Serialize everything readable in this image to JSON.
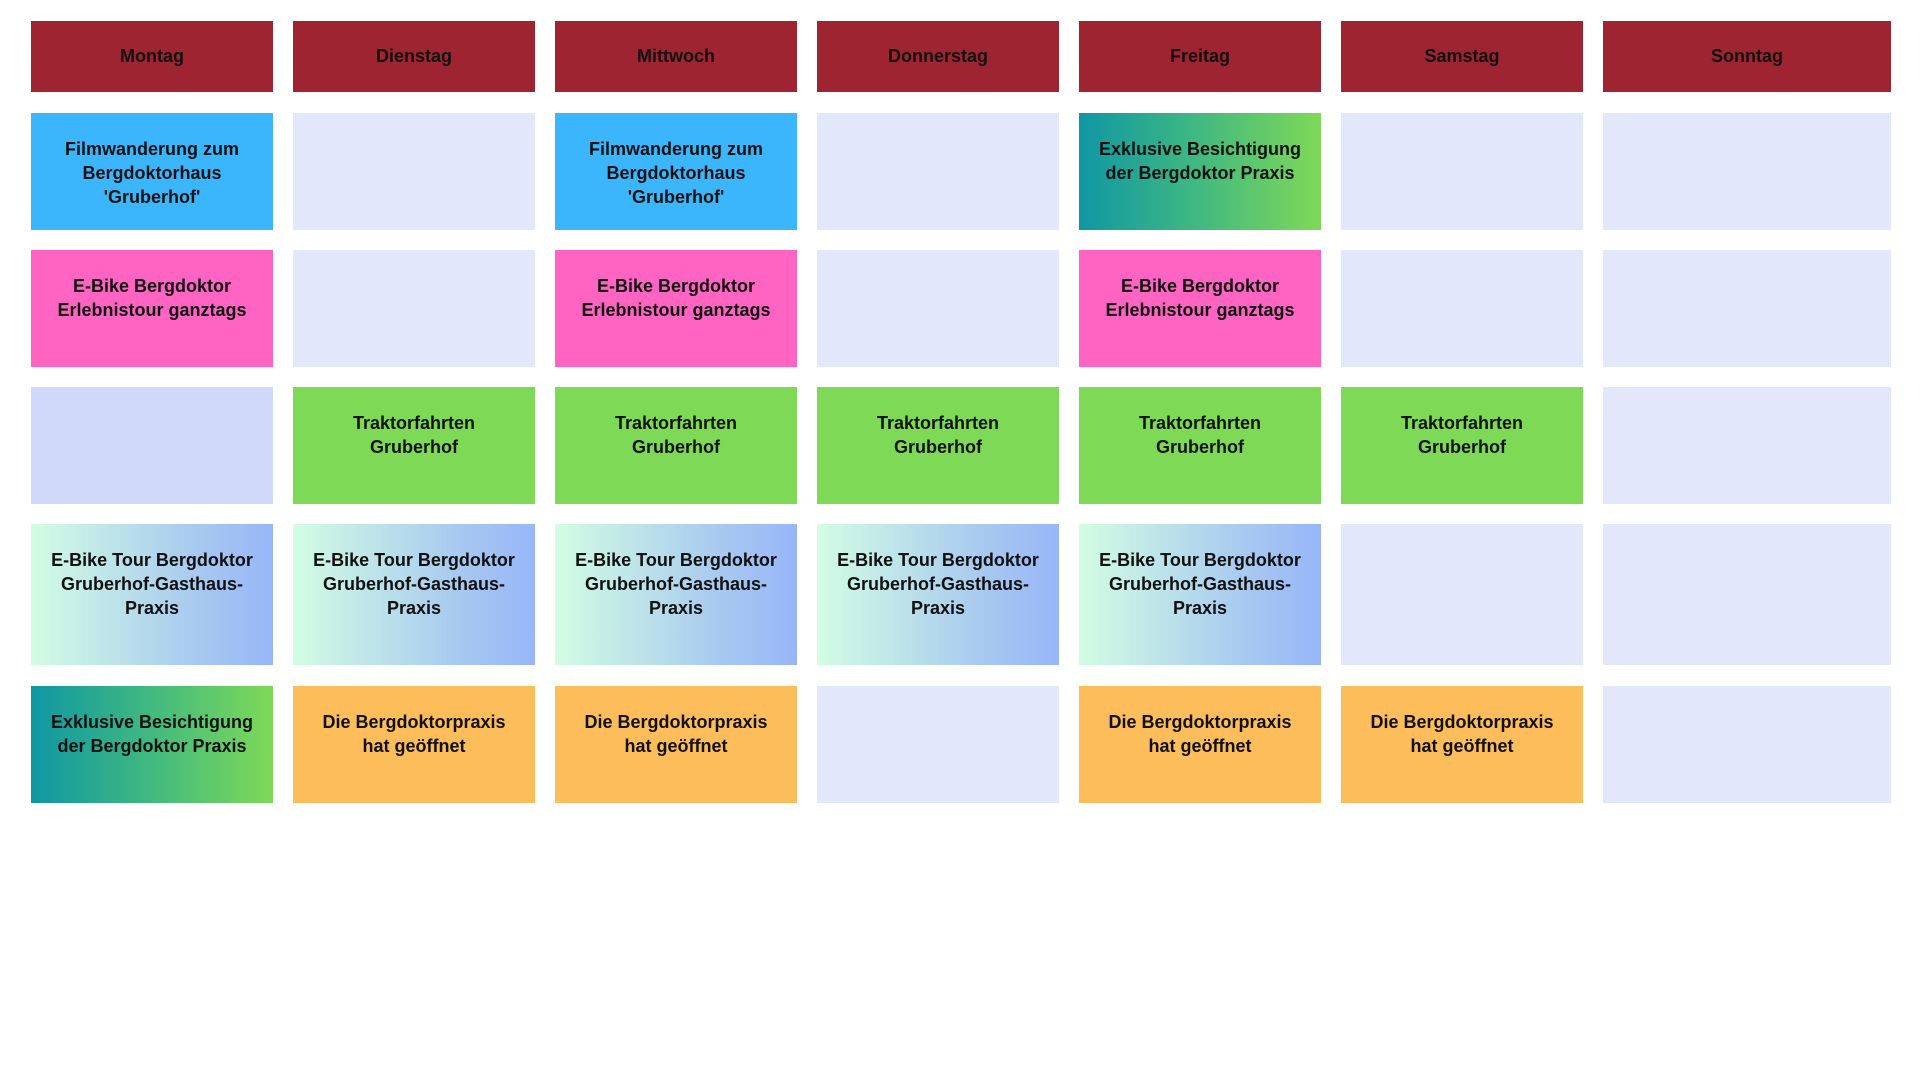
{
  "days": [
    "Montag",
    "Dienstag",
    "Mittwoch",
    "Donnerstag",
    "Freitag",
    "Samstag",
    "Sonntag"
  ],
  "colors": {
    "header": "#9e2431",
    "empty": "#e2e7fb",
    "sky": "#3bb6fd",
    "pink": "#ff64c3",
    "green": "#7ed957",
    "orange": "#febd5b",
    "mint_blue_gradient": [
      "#d2fde3",
      "#97b6f9"
    ],
    "teal_green_gradient": [
      "#0f97a3",
      "#7ed957"
    ]
  },
  "rows": [
    [
      {
        "text": "Filmwanderung zum Bergdoktorhaus 'Gruberhof'",
        "style": "sky"
      },
      {
        "text": "",
        "style": "empty"
      },
      {
        "text": "Filmwanderung zum Bergdoktorhaus 'Gruberhof'",
        "style": "sky"
      },
      {
        "text": "",
        "style": "empty"
      },
      {
        "text": "Exklusive Besichtigung der Bergdoktor Praxis",
        "style": "teal-green"
      },
      {
        "text": "",
        "style": "empty"
      },
      {
        "text": "",
        "style": "empty"
      }
    ],
    [
      {
        "text": "E-Bike Bergdoktor Erlebnistour ganztags",
        "style": "pink"
      },
      {
        "text": "",
        "style": "empty"
      },
      {
        "text": "E-Bike Bergdoktor Erlebnistour ganztags",
        "style": "pink"
      },
      {
        "text": "",
        "style": "empty"
      },
      {
        "text": "E-Bike Bergdoktor Erlebnistour ganztags",
        "style": "pink"
      },
      {
        "text": "",
        "style": "empty"
      },
      {
        "text": "",
        "style": "empty"
      }
    ],
    [
      {
        "text": "",
        "style": "empty-alt"
      },
      {
        "text": "Traktorfahrten Gruberhof",
        "style": "green"
      },
      {
        "text": "Traktorfahrten Gruberhof",
        "style": "green"
      },
      {
        "text": "Traktorfahrten Gruberhof",
        "style": "green"
      },
      {
        "text": "Traktorfahrten Gruberhof",
        "style": "green"
      },
      {
        "text": "Traktorfahrten Gruberhof",
        "style": "green"
      },
      {
        "text": "",
        "style": "empty"
      }
    ],
    [
      {
        "text": "E-Bike Tour Bergdoktor Gruberhof-Gasthaus-Praxis",
        "style": "mint-blue"
      },
      {
        "text": "E-Bike Tour Bergdoktor Gruberhof-Gasthaus-Praxis",
        "style": "mint-blue"
      },
      {
        "text": "E-Bike Tour Bergdoktor Gruberhof-Gasthaus-Praxis",
        "style": "mint-blue"
      },
      {
        "text": "E-Bike Tour Bergdoktor Gruberhof-Gasthaus-Praxis",
        "style": "mint-blue"
      },
      {
        "text": "E-Bike Tour Bergdoktor Gruberhof-Gasthaus-Praxis",
        "style": "mint-blue"
      },
      {
        "text": "",
        "style": "empty"
      },
      {
        "text": "",
        "style": "empty"
      }
    ],
    [
      {
        "text": "Exklusive Besichtigung der Bergdoktor Praxis",
        "style": "teal-green"
      },
      {
        "text": "Die Bergdoktorpraxis hat geöffnet",
        "style": "orange"
      },
      {
        "text": "Die Bergdoktorpraxis hat geöffnet",
        "style": "orange"
      },
      {
        "text": "",
        "style": "empty"
      },
      {
        "text": "Die Bergdoktorpraxis hat geöffnet",
        "style": "orange"
      },
      {
        "text": "Die Bergdoktorpraxis hat geöffnet",
        "style": "orange"
      },
      {
        "text": "",
        "style": "empty"
      }
    ]
  ]
}
